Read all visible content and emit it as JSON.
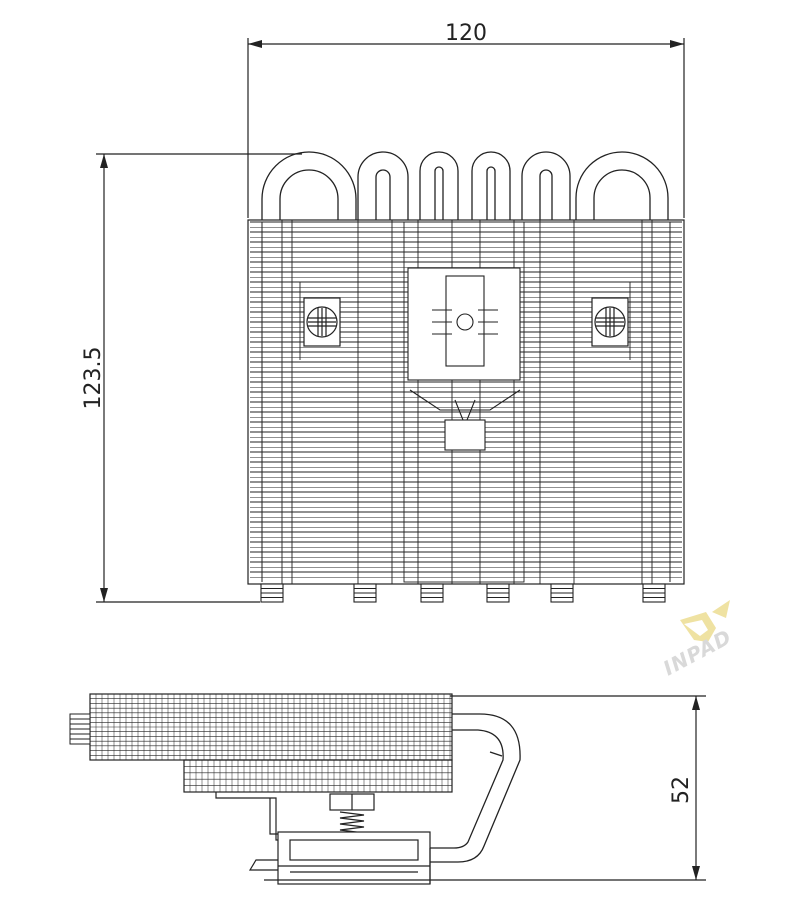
{
  "dimensions": {
    "width": "120",
    "height": "123.5",
    "side_height": "52"
  },
  "logo": {
    "text": "INPAD",
    "mark_color": "#f0e3a0",
    "text_color": "#d9d9d9"
  },
  "front_view": {
    "heatpipe_count": 6,
    "fin_count": 36
  },
  "side_view": {
    "fin_count": 14
  }
}
